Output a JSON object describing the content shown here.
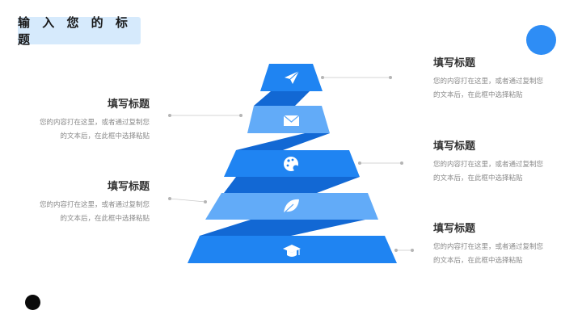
{
  "header": {
    "title": "输 入 您 的 标 题"
  },
  "colors": {
    "primary": "#1f84f2",
    "light": "#62abf8",
    "dark": "#1268d4",
    "badge": "#d6eafc"
  },
  "pyramid": {
    "levels": [
      {
        "icon": "paper-plane-icon",
        "glyph": "✈"
      },
      {
        "icon": "envelope-icon",
        "glyph": "✉"
      },
      {
        "icon": "palette-icon",
        "glyph": "◕"
      },
      {
        "icon": "leaf-icon",
        "glyph": "❦"
      },
      {
        "icon": "graduation-cap-icon",
        "glyph": "🎓"
      }
    ]
  },
  "items": [
    {
      "title": "填写标题",
      "desc_line1": "您的内容打在这里，或者通过复制您",
      "desc_line2": "的文本后，在此框中选择粘贴"
    },
    {
      "title": "填写标题",
      "desc_line1": "您的内容打在这里，或者通过复制您",
      "desc_line2": "的文本后，在此框中选择粘贴"
    },
    {
      "title": "填写标题",
      "desc_line1": "您的内容打在这里，或者通过复制您",
      "desc_line2": "的文本后，在此框中选择粘贴"
    },
    {
      "title": "填写标题",
      "desc_line1": "您的内容打在这里，或者通过复制您",
      "desc_line2": "的文本后，在此框中选择粘贴"
    },
    {
      "title": "填写标题",
      "desc_line1": "您的内容打在这里，或者通过复制您",
      "desc_line2": "的文本后，在此框中选择粘贴"
    }
  ]
}
